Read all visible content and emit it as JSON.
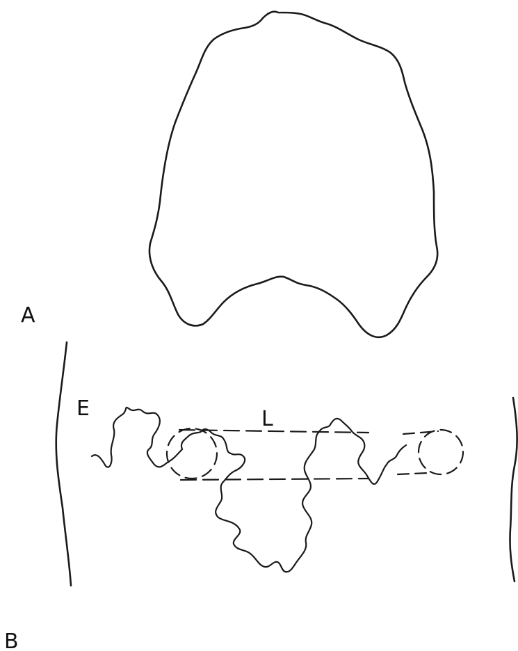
{
  "panels": [
    {
      "id": "A",
      "label": "A"
    },
    {
      "id": "B",
      "label": "B"
    }
  ],
  "annotations": {
    "e": "E",
    "l": "L"
  },
  "colors": {
    "ink": "#1a1a1a",
    "background": "#ffffff"
  }
}
